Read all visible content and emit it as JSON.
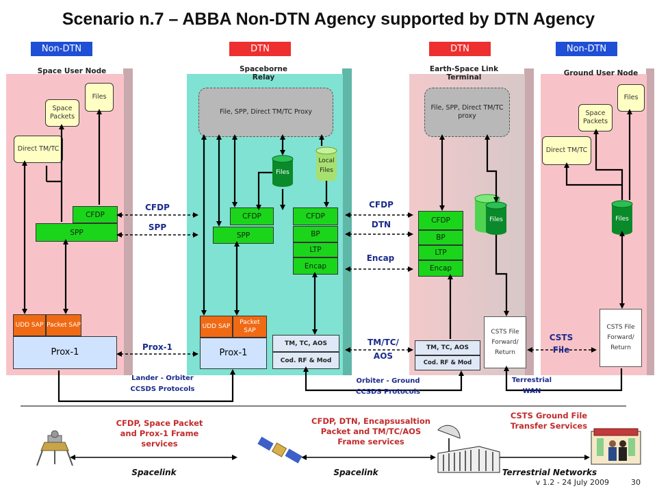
{
  "title": "Scenario n.7 – ABBA Non-DTN Agency supported by DTN Agency",
  "headers": [
    "Non-DTN",
    "DTN",
    "DTN",
    "Non-DTN"
  ],
  "nodes": {
    "space_user": {
      "title": "Space User Node",
      "files": "Files",
      "space_packets": "Space Packets",
      "direct_tmtc": "Direct TM/TC",
      "cfdp": "CFDP",
      "spp": "SPP",
      "udd_sap": "UDD SAP",
      "packet_sap": "Packet SAP",
      "prox1": "Prox-1"
    },
    "relay": {
      "title": "Spaceborne Relay",
      "proxy": "File, SPP, Direct TM/TC Proxy",
      "files": "Files",
      "local_files": "Local Files",
      "cfdp_left": "CFDP",
      "spp": "SPP",
      "cfdp_right": "CFDP",
      "bp": "BP",
      "ltp": "LTP",
      "encap": "Encap",
      "udd_sap": "UDD SAP",
      "packet_sap": "Packet SAP",
      "prox1": "Prox-1",
      "tm_tc_aos": "TM, TC, AOS",
      "cod_rf": "Cod. RF & Mod"
    },
    "earth_space": {
      "title": "Earth-Space Link Terminal",
      "proxy": "File, SPP, Direct TM/TC proxy",
      "cfdp": "CFDP",
      "bp": "BP",
      "ltp": "LTP",
      "encap": "Encap",
      "files": "Files",
      "tm_tc_aos": "TM, TC, AOS",
      "cod_rf": "Cod. RF & Mod",
      "csts": "CSTS File Forward/ Return"
    },
    "ground_user": {
      "title": "Ground User Node",
      "files": "Files",
      "space_packets": "Space Packets",
      "direct_tmtc": "Direct TM/TC",
      "files_cyl": "Files",
      "csts": "CSTS File Forward/ Return"
    }
  },
  "peer_labels": {
    "cfdp1": "CFDP",
    "spp1": "SPP",
    "prox1": "Prox-1",
    "cfdp2": "CFDP",
    "dtn": "DTN",
    "encap": "Encap",
    "tmtcaos": "TM/TC/ AOS",
    "csts_file": "CSTS File"
  },
  "path_labels": {
    "lander_orbiter": "Lander - Orbiter CCSDS Protocols",
    "orbiter_ground": "Orbiter - Ground CCSDS Protocols",
    "terrestrial_wan": "Terrestrial WAN"
  },
  "bottom": {
    "svc1": "CFDP, Space Packet and Prox-1 Frame services",
    "svc2": "CFDP, DTN, Encapsusaltion Packet and TM/TC/AOS Frame services",
    "svc3": "CSTS Ground File Transfer Services",
    "link1": "Spacelink",
    "link2": "Spacelink",
    "link3": "Terrestrial Networks"
  },
  "footer": {
    "version": "v 1.2 - 24 July 2009",
    "page": "30"
  },
  "colors": {
    "non_dtn_header": "#1f4fd6",
    "dtn_header": "#ee2f2f",
    "protocol_green": "#1bd51b",
    "sap_orange": "#f06a14",
    "relay_bg": "#7fe2d2",
    "user_bg": "#f8c3c8"
  }
}
